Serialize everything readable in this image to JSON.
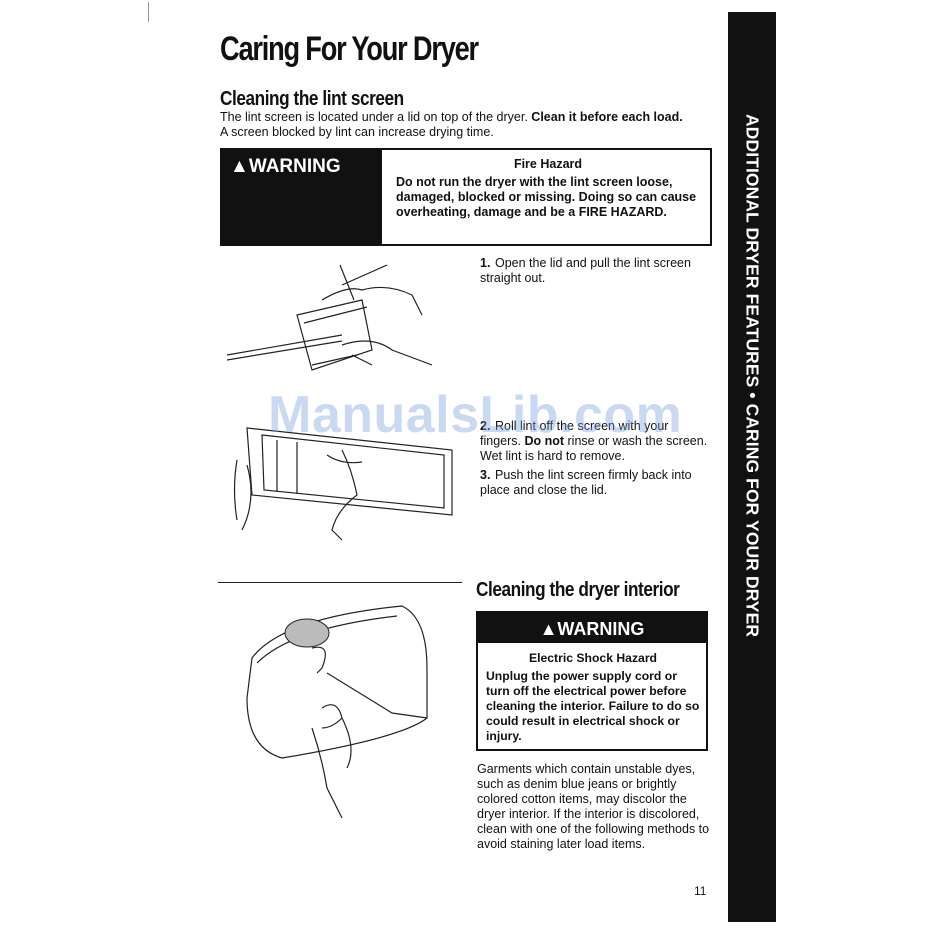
{
  "page": {
    "title": "Caring For Your Dryer",
    "page_number": "11",
    "watermark": "ManualsLib.com"
  },
  "sidebar": {
    "text": "ADDITIONAL DRYER FEATURES • CARING FOR YOUR DRYER"
  },
  "lint_screen": {
    "heading": "Cleaning the lint screen",
    "intro_1": "The lint screen is located under a lid on top of the dryer. ",
    "intro_bold": "Clean it before each load.",
    "intro_2": " A screen blocked by lint can increase drying time.",
    "warning": {
      "label": "WARNING",
      "hazard": "Fire Hazard",
      "text": "Do not run the dryer with the lint screen loose, damaged, blocked or missing. Doing so can cause overheating, damage and be a FIRE HAZARD."
    },
    "steps": [
      {
        "num": "1.",
        "text": "Open the lid and pull the lint screen straight out."
      },
      {
        "num": "2.",
        "text_1": "Roll lint off the screen with your fingers. ",
        "bold": "Do not",
        "text_2": " rinse or wash the screen. Wet lint is hard to remove."
      },
      {
        "num": "3.",
        "text": "Push the lint screen firmly back into place and close the lid."
      }
    ]
  },
  "interior": {
    "heading": "Cleaning the dryer interior",
    "warning": {
      "label": "WARNING",
      "hazard": "Electric Shock Hazard",
      "text": "Unplug the power supply cord or turn off the electrical power before cleaning the interior. Failure to do so could result in electrical shock or injury."
    },
    "paragraph": "Garments which contain unstable dyes, such as denim blue jeans or brightly colored cotton items, may discolor the dryer interior. If the interior is discolored, clean with one of the following methods to avoid staining later load items."
  }
}
